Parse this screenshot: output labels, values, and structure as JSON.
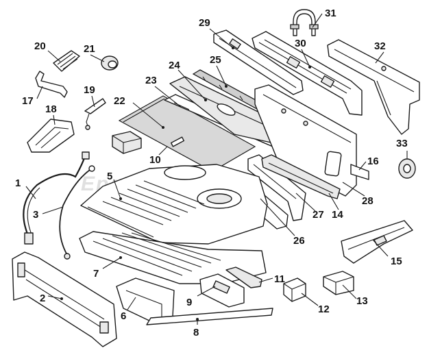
{
  "watermark": "Eparts Auto",
  "callouts": [
    {
      "n": "1"
    },
    {
      "n": "2"
    },
    {
      "n": "3"
    },
    {
      "n": "5"
    },
    {
      "n": "6"
    },
    {
      "n": "7"
    },
    {
      "n": "8"
    },
    {
      "n": "9"
    },
    {
      "n": "10"
    },
    {
      "n": "11"
    },
    {
      "n": "12"
    },
    {
      "n": "13"
    },
    {
      "n": "14"
    },
    {
      "n": "15"
    },
    {
      "n": "16"
    },
    {
      "n": "17"
    },
    {
      "n": "18"
    },
    {
      "n": "19"
    },
    {
      "n": "20"
    },
    {
      "n": "21"
    },
    {
      "n": "22"
    },
    {
      "n": "23"
    },
    {
      "n": "24"
    },
    {
      "n": "25"
    },
    {
      "n": "26"
    },
    {
      "n": "27"
    },
    {
      "n": "28"
    },
    {
      "n": "29"
    },
    {
      "n": "30"
    },
    {
      "n": "31"
    },
    {
      "n": "32"
    },
    {
      "n": "33"
    }
  ]
}
